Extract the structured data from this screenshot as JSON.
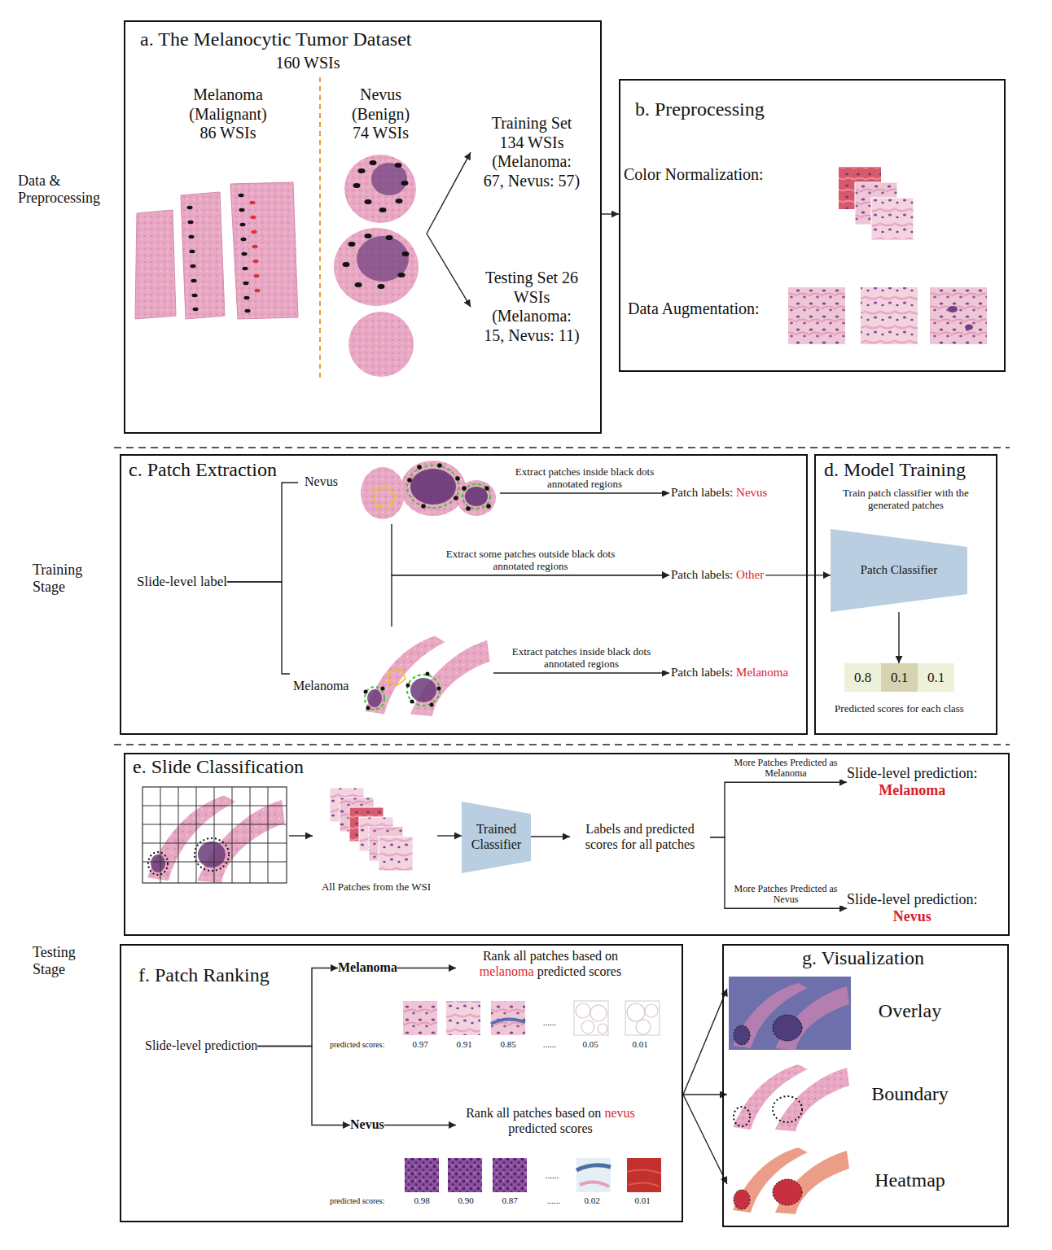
{
  "diagram": {
    "nodes": [
      {
        "text": [
          "a. The Melanocytic Tumor Dataset",
          "160 WSIs"
        ]
      },
      {
        "text": [
          "Melanoma (Malignant) 86 WSIs"
        ],
        "in": 0
      },
      {
        "text": [
          "Nevus (Benign) 74 WSIs"
        ],
        "in": 0
      },
      {
        "text": [
          "Training Set 134 WSIs (Melanoma: 67, Nevus: 57)"
        ],
        "in": 0
      },
      {
        "text": [
          "Testing Set 26 WSIs (Melanoma: 15, Nevus: 11)"
        ],
        "in": 0
      },
      {
        "text": [
          "b. Preprocessing",
          "Color Normalization:",
          "Data Augmentation:"
        ]
      },
      {
        "text": [
          "c. Patch Extraction"
        ]
      },
      {
        "text": [
          "Slide-level label"
        ],
        "in": 6
      },
      {
        "text": [
          "Nevus"
        ],
        "in": 6
      },
      {
        "text": [
          "Patch labels:",
          "Nevus"
        ],
        "in": 6
      },
      {
        "text": [
          "Patch labels:",
          "Other"
        ],
        "in": 6
      },
      {
        "text": [
          "Melanoma"
        ],
        "in": 6
      },
      {
        "text": [
          "Patch labels:",
          "Melanoma"
        ],
        "in": 6
      },
      {
        "text": [
          "d. Model Training",
          "Train patch classifier with the generated patches"
        ]
      },
      {
        "text": [
          "Patch Classifier"
        ],
        "in": 13
      },
      {
        "text": [
          "0.8",
          "0.1",
          "0.1"
        ],
        "in": 13
      },
      {
        "text": [
          "e. Slide Classification"
        ]
      },
      {
        "text": [
          "All Patches from the WSI"
        ],
        "in": 16
      },
      {
        "text": [
          "Trained Classifier"
        ],
        "in": 16
      },
      {
        "text": [
          "Labels and predicted scores for all patches"
        ],
        "in": 16
      },
      {
        "text": [
          "Slide-level prediction:",
          "Melanoma"
        ],
        "in": 16
      },
      {
        "text": [
          "Slide-level prediction:",
          "Nevus"
        ],
        "in": 16
      },
      {
        "text": [
          "f. Patch Ranking"
        ]
      },
      {
        "text": [
          "Slide-level prediction"
        ],
        "in": 22
      },
      {
        "text": [
          "Melanoma"
        ],
        "in": 22
      },
      {
        "text": [
          "Rank all patches based on",
          "melanoma",
          "predicted scores"
        ],
        "in": 22
      },
      {
        "text": [
          "Nevus"
        ],
        "in": 22
      },
      {
        "text": [
          "Rank all patches based on",
          "nevus",
          "predicted scores"
        ],
        "in": 22
      },
      {
        "text": [
          "g. Visualization"
        ]
      },
      {
        "text": [
          "Overlay"
        ],
        "in": 28
      },
      {
        "text": [
          "Boundary"
        ],
        "in": 28
      },
      {
        "text": [
          "Heatmap"
        ],
        "in": 28
      }
    ],
    "edges": [
      {
        "from": 2,
        "to": 3,
        "arrow": "to"
      },
      {
        "from": 2,
        "to": 4,
        "arrow": "to"
      },
      {
        "from": 0,
        "to": 5,
        "arrow": "to"
      },
      {
        "from": 7,
        "to": 8,
        "arrow": "none"
      },
      {
        "from": 7,
        "to": 11,
        "arrow": "none"
      },
      {
        "from": 8,
        "to": 9,
        "label": "Extract patches inside black dots annotated regions",
        "arrow": "to"
      },
      {
        "from": 8,
        "to": 10,
        "label": "Extract some patches outside black dots annotated regions",
        "arrow": "to"
      },
      {
        "from": 11,
        "to": 10,
        "arrow": "to"
      },
      {
        "from": 11,
        "to": 12,
        "label": "Extract patches inside black dots annotated regions",
        "arrow": "to"
      },
      {
        "from": 10,
        "to": 14,
        "arrow": "to"
      },
      {
        "from": 14,
        "to": 15,
        "arrow": "to"
      },
      {
        "from": 17,
        "to": 18,
        "arrow": "to"
      },
      {
        "from": 18,
        "to": 19,
        "arrow": "to"
      },
      {
        "from": 19,
        "to": 20,
        "label": "More Patches Predicted as Melanoma",
        "arrow": "to"
      },
      {
        "from": 19,
        "to": 21,
        "label": "More Patches Predicted as Nevus",
        "arrow": "to"
      },
      {
        "from": 23,
        "to": 24,
        "arrow": "to"
      },
      {
        "from": 23,
        "to": 26,
        "arrow": "to"
      },
      {
        "from": 24,
        "to": 25,
        "arrow": "to"
      },
      {
        "from": 26,
        "to": 27,
        "arrow": "to"
      },
      {
        "from": 22,
        "to": 29,
        "arrow": "to"
      },
      {
        "from": 22,
        "to": 30,
        "arrow": "to"
      },
      {
        "from": 22,
        "to": 31,
        "arrow": "to"
      }
    ],
    "labels": [
      "Data & Preprocessing",
      "Training Stage",
      "Predicted scores for each class",
      "Testing Stage",
      "......",
      "predicted scores:",
      "0.97",
      "0.91",
      "0.85",
      "......",
      "0.05",
      "0.01",
      "......",
      "predicted scores:",
      "0.98",
      "0.90",
      "0.87",
      "......",
      "0.02",
      "0.01"
    ]
  }
}
